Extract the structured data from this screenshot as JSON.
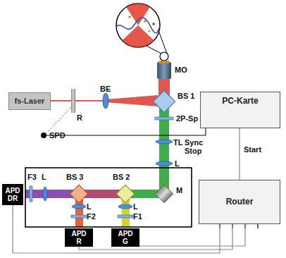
{
  "diagram": {
    "nodes": [
      {
        "text": [
          "fs-Laser"
        ]
      },
      {
        "text": [
          "PC-Karte"
        ]
      },
      {
        "text": [
          "Router"
        ]
      },
      {
        "text": [
          "APD DR"
        ]
      },
      {
        "text": [
          "APD R"
        ]
      },
      {
        "text": [
          "APD G"
        ]
      }
    ],
    "edges": [
      {
        "from": 1,
        "to": 2,
        "label": "Start",
        "arrow": "none"
      },
      {
        "from": 3,
        "to": 2,
        "arrow": "none"
      },
      {
        "from": 4,
        "to": 2,
        "arrow": "none"
      },
      {
        "from": 5,
        "to": 2,
        "arrow": "none"
      }
    ],
    "labels": [
      "MO",
      "BE",
      "BS 1",
      "R",
      "2P-Sp",
      "SPD",
      "TL",
      "Sync Stop",
      "L",
      "M",
      "F3",
      "L",
      "BS 3",
      "BS 2",
      "L",
      "F2",
      "L",
      "F1"
    ]
  }
}
